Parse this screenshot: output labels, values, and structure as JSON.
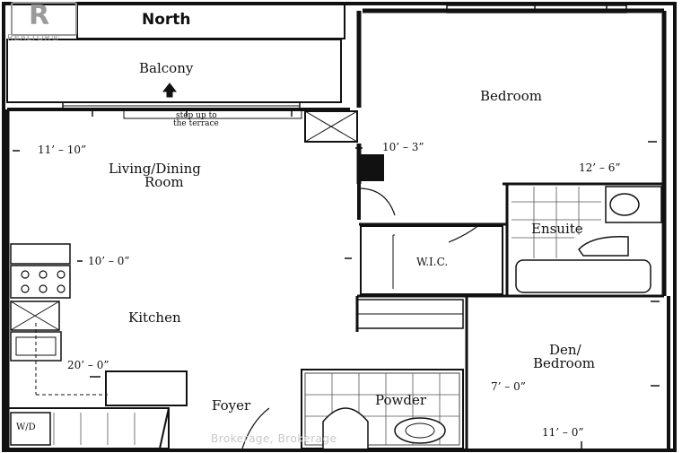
{
  "compass": "North",
  "rooms": {
    "balcony": "Balcony",
    "bedroom": "Bedroom",
    "living_dining_1": "Living/Dining",
    "living_dining_2": "Room",
    "kitchen": "Kitchen",
    "ensuite": "Ensuite",
    "wic": "W.I.C.",
    "den_1": "Den/",
    "den_2": "Bedroom",
    "foyer": "Foyer",
    "powder": "Powder",
    "wd": "W/D"
  },
  "notes": {
    "step_1": "step up to",
    "step_2": "the terrace"
  },
  "dimensions": {
    "living_width": "11’ – 10”",
    "bedroom_width": "10’ – 3”",
    "bedroom_length": "12’ – 6”",
    "living_length": "10’ – 0”",
    "kitchen_length": "20’ – 0”",
    "den_width": "7’ – 0”",
    "den_length": "11’ – 0”"
  },
  "logo": {
    "letter": "R",
    "text": "REALTOR®"
  },
  "watermark": "Brokerage, Brokerage"
}
